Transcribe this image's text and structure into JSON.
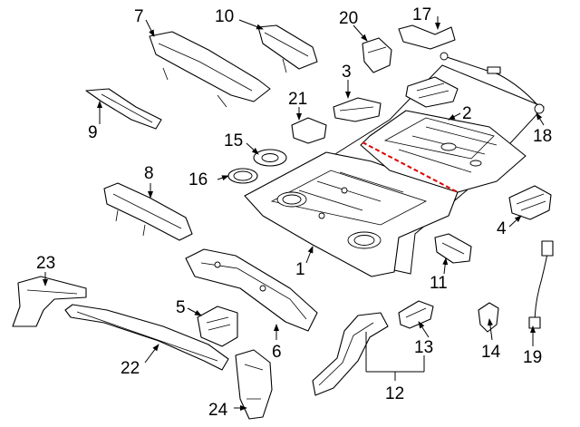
{
  "callouts": {
    "c1": "1",
    "c2": "2",
    "c3": "3",
    "c4": "4",
    "c5": "5",
    "c6": "6",
    "c7": "7",
    "c8": "8",
    "c9": "9",
    "c10": "10",
    "c11": "11",
    "c12": "12",
    "c13": "13",
    "c14": "14",
    "c15": "15",
    "c16": "16",
    "c17": "17",
    "c18": "18",
    "c19": "19",
    "c20": "20",
    "c21": "21",
    "c22": "22",
    "c23": "23",
    "c24": "24"
  },
  "colors": {
    "line": "#000000",
    "highlight": "#e00000",
    "background": "#ffffff"
  }
}
